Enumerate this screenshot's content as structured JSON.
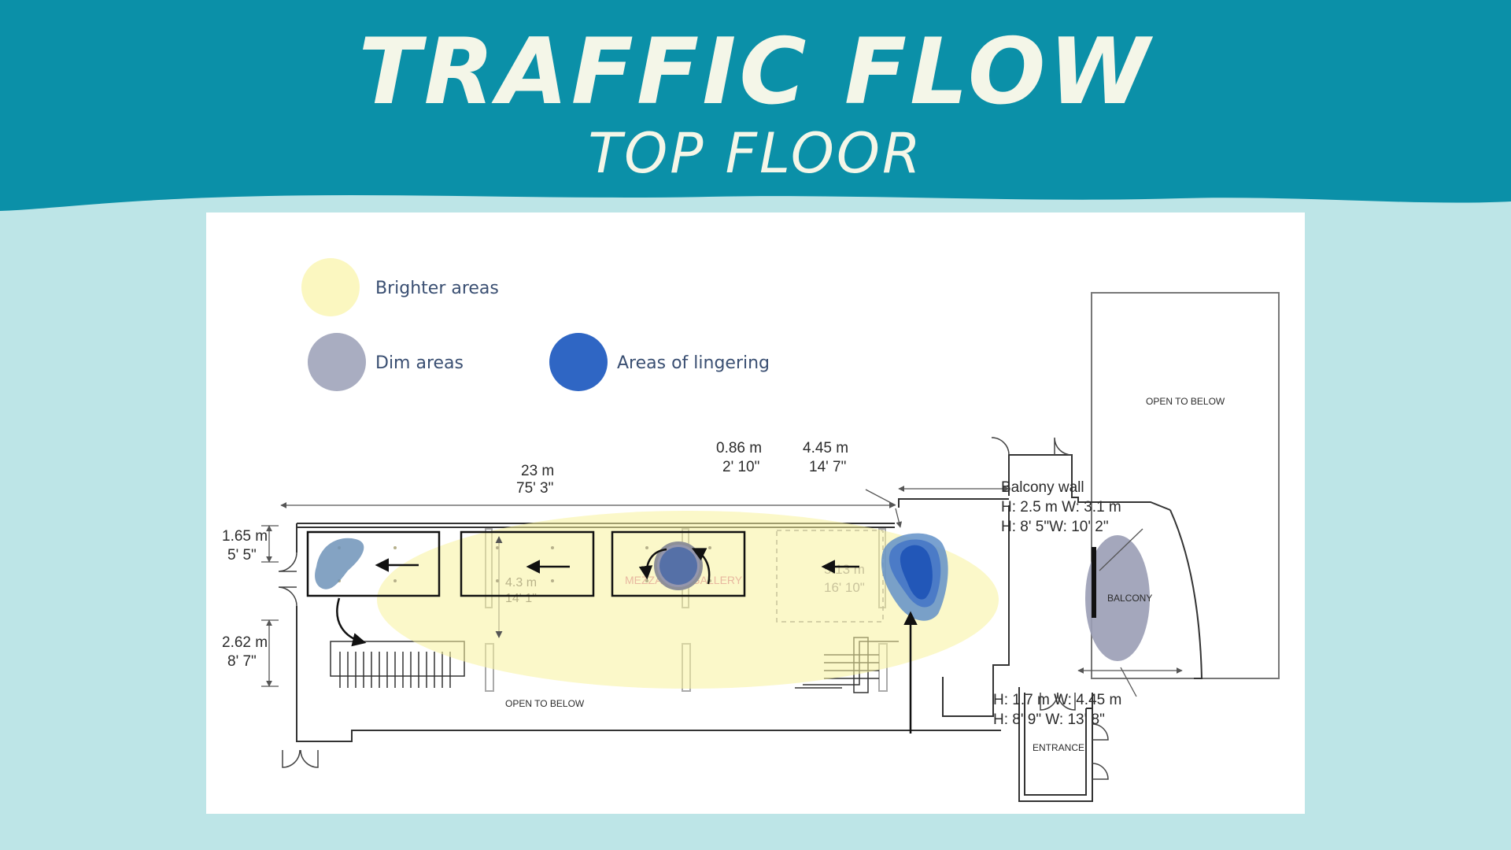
{
  "header": {
    "title": "TRAFFIC FLOW",
    "subtitle": "TOP FLOOR",
    "band_color": "#0b90a8",
    "title_color": "#f4f6e8"
  },
  "legend": [
    {
      "label": "Brighter areas",
      "color": "#fbf7c0"
    },
    {
      "label": "Dim areas",
      "color": "#a9adc1"
    },
    {
      "label": "Areas of lingering",
      "color": "#2f66c4"
    }
  ],
  "plan": {
    "labels": {
      "open_to_below_top": "OPEN TO BELOW",
      "open_to_below_bottom": "OPEN TO BELOW",
      "balcony": "BALCONY",
      "entrance": "ENTRANCE",
      "gallery_faded": "MEZZANINE GALLERY"
    },
    "dimensions": {
      "length_m": "23 m",
      "length_ft": "75' 3\"",
      "left_top_m": "1.65 m",
      "left_top_ft": "5' 5\"",
      "left_bottom_m": "2.62 m",
      "left_bottom_ft": "8' 7\"",
      "gap_m": "0.86 m",
      "gap_ft": "2' 10\"",
      "right_m": "4.45 m",
      "right_ft": "14' 7\"",
      "inner_depth_m": "4.3 m",
      "inner_depth_ft": "14' 1\"",
      "inner_width_m": "5.13 m",
      "inner_width_ft": "16' 10\""
    },
    "balcony_wall": {
      "title": "Balcony wall",
      "line1": "H: 2.5 m W: 3.1 m",
      "line2": "H: 8' 5\"W: 10' 2\""
    },
    "balcony_size": {
      "line1": "H: 1.7 m W: 4.45 m",
      "line2": "H: 8' 9\" W: 13' 8\""
    }
  }
}
